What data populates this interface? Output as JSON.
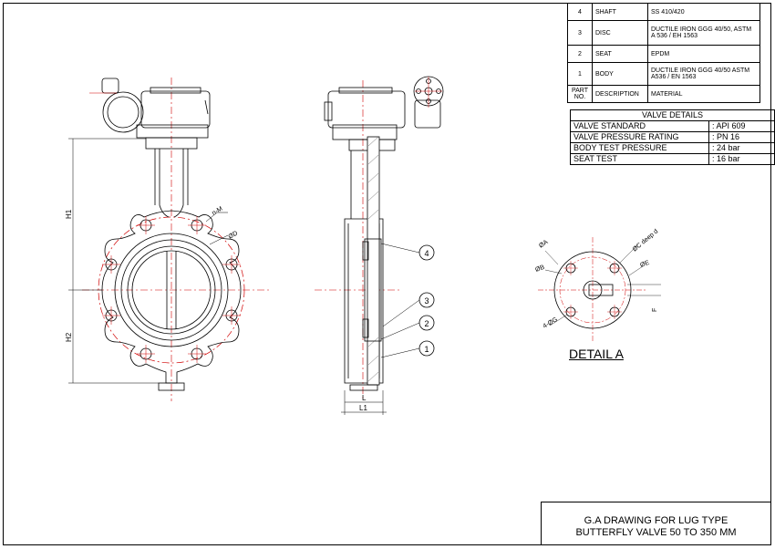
{
  "parts_table": {
    "rows": [
      {
        "no": "4",
        "description": "SHAFT",
        "material": "SS 410/420"
      },
      {
        "no": "3",
        "description": "DISC",
        "material": "DUCTILE IRON   GGG 40/50, ASTM A 536 / EH 1563"
      },
      {
        "no": "2",
        "description": "SEAT",
        "material": "EPDM"
      },
      {
        "no": "1",
        "description": "BODY",
        "material": "DUCTILE IRON GGG 40/50 ASTM A536 / EN 1563"
      }
    ],
    "header": {
      "no": "PART NO.",
      "description": "DESCRIPTION",
      "material": "MATERIAL"
    }
  },
  "valve_details": {
    "title": "VALVE DETAILS",
    "rows": [
      {
        "key": "VALVE STANDARD",
        "value": ": API 609"
      },
      {
        "key": "VALVE PRESSURE RATING",
        "value": ": PN 16"
      },
      {
        "key": "BODY TEST PRESSURE",
        "value": ": 24 bar"
      },
      {
        "key": "SEAT TEST",
        "value": ": 16 bar"
      }
    ]
  },
  "front_view": {
    "dims": {
      "h1": "H1",
      "h2": "H2",
      "nm": "n-M",
      "od": "ØD"
    }
  },
  "side_view": {
    "dims": {
      "l": "L",
      "l1": "L1"
    },
    "balloons": [
      "4",
      "3",
      "2",
      "1"
    ]
  },
  "detail_a": {
    "label": "DETAIL A",
    "dims": {
      "a": "ØA",
      "b": "ØB",
      "c": "ØC deep d",
      "e": "ØE",
      "g": "4-ØG",
      "f": "F"
    }
  },
  "title_block": {
    "line1": "G.A DRAWING FOR LUG TYPE",
    "line2": "BUTTERFLY VALVE 50 TO 350 MM"
  }
}
